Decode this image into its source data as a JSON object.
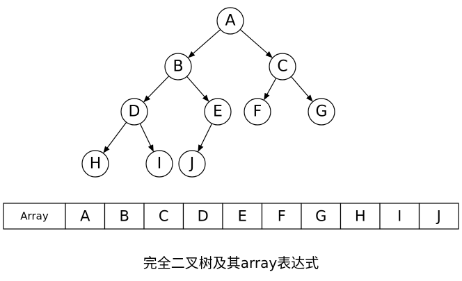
{
  "tree": {
    "nodes": [
      {
        "id": "A",
        "label": "A"
      },
      {
        "id": "B",
        "label": "B"
      },
      {
        "id": "C",
        "label": "C"
      },
      {
        "id": "D",
        "label": "D"
      },
      {
        "id": "E",
        "label": "E"
      },
      {
        "id": "F",
        "label": "F"
      },
      {
        "id": "G",
        "label": "G"
      },
      {
        "id": "H",
        "label": "H"
      },
      {
        "id": "I",
        "label": "I"
      },
      {
        "id": "J",
        "label": "J"
      }
    ],
    "edges": [
      {
        "from": "A",
        "to": "B"
      },
      {
        "from": "A",
        "to": "C"
      },
      {
        "from": "B",
        "to": "D"
      },
      {
        "from": "B",
        "to": "E"
      },
      {
        "from": "C",
        "to": "F"
      },
      {
        "from": "C",
        "to": "G"
      },
      {
        "from": "D",
        "to": "H"
      },
      {
        "from": "D",
        "to": "I"
      },
      {
        "from": "E",
        "to": "J"
      }
    ]
  },
  "array": {
    "label": "Array",
    "cells": [
      "A",
      "B",
      "C",
      "D",
      "E",
      "F",
      "G",
      "H",
      "I",
      "J"
    ]
  },
  "caption": "完全二叉树及其array表达式"
}
